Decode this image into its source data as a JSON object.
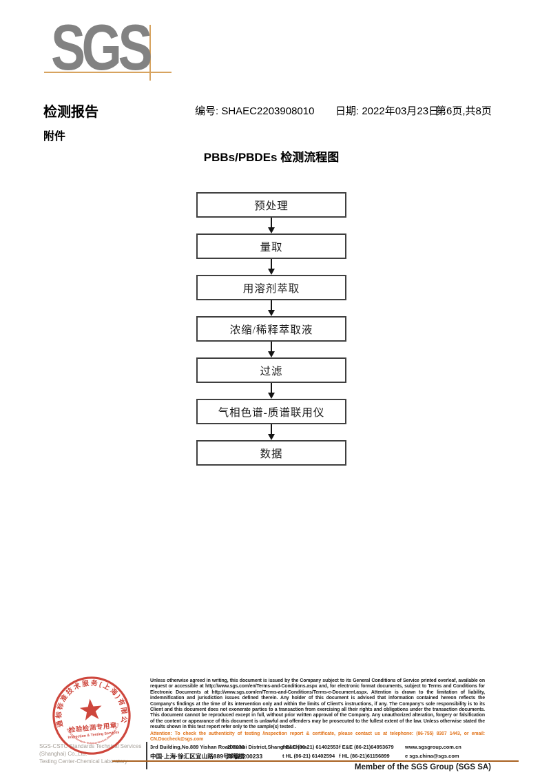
{
  "logo": {
    "text": "SGS"
  },
  "header": {
    "report_title": "检测报告",
    "attachment_label": "附件",
    "report_no": "编号: SHAEC2203908010",
    "date": "日期: 2022年03月23日",
    "pages": "第6页,共8页"
  },
  "flowchart": {
    "title": "PBBs/PBDEs 检测流程图",
    "steps": [
      {
        "label": "预处理"
      },
      {
        "label": "量取"
      },
      {
        "label": "用溶剂萃取"
      },
      {
        "label": "浓缩/稀释萃取液"
      },
      {
        "label": "过滤"
      },
      {
        "label": "气相色谱-质谱联用仪"
      },
      {
        "label": "数据"
      }
    ]
  },
  "stamp": {
    "ring_cn": "通标标准技术服务(上海)有限公司",
    "ring_en": "SGS-CSTC Standards Technical Services (Shanghai) Co.,Ltd.",
    "title_cn": "检验检测专用章",
    "title_en": "Inspection & Testing Services"
  },
  "footer": {
    "company_line1": "SGS-CSTC Standards Technical Services (Shanghai) Co.,Ltd.",
    "company_line2": "Testing Center-Chemical Laboratory",
    "legal_text": "Unless otherwise agreed in writing, this document is issued by the Company subject to its General Conditions of Service printed overleaf, available on request or accessible at http://www.sgs.com/en/Terms-and-Conditions.aspx and, for electronic format documents, subject to Terms and Conditions for Electronic Documents at http://www.sgs.com/en/Terms-and-Conditions/Terms-e-Document.aspx. Attention is drawn to the limitation of liability, indemnification and jurisdiction issues defined therein. Any holder of this document is advised that information contained hereon reflects the Company's findings at the time of its intervention only and within the limits of Client's instructions, if any. The Company's sole responsibility is to its Client and this document does not exonerate parties to a transaction from exercising all their rights and obligations under the transaction documents. This document cannot be reproduced except in full, without prior written approval of the Company. Any unauthorized alteration, forgery or falsification of the content or appearance of this document is unlawful and offenders may be prosecuted to the fullest extent of the law. Unless otherwise stated the results shown in this test report refer only to the sample(s) tested .",
    "attention_text": "Attention: To check the authenticity of testing /inspection report & certificate, please contact us at telephone: (86-755) 8307 1443, or email: CN.Doccheck@sgs.com",
    "addr_en": "3rd Building,No.889 Yishan Road Xuhui District,Shanghai China",
    "addr_en_zip": "200233",
    "tel1": "t E&E (86-21) 61402553",
    "fax1": "f E&E (86-21)64953679",
    "web": "www.sgsgroup.com.cn",
    "addr_cn": "中国·上海·徐汇区宜山路889号3号楼",
    "addr_cn_zip": "邮编: 200233",
    "tel2": "t HL (86-21) 61402594",
    "fax2": "f HL (86-21)61156899",
    "email": "e sgs.china@sgs.com",
    "member": "Member of the SGS Group (SGS SA)"
  },
  "colors": {
    "accent_tan": "#d7a35f",
    "sgs_orange": "#e2751d",
    "stamp_red": "#c82d22",
    "logo_gray": "#828282"
  }
}
